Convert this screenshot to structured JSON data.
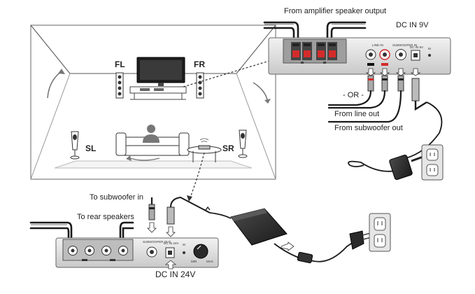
{
  "labels": {
    "amp_output": "From amplifier speaker output",
    "dc_in_top": "DC IN 9V",
    "or": "- OR -",
    "from_line_out": "From line out",
    "from_sub_out": "From subwoofer out",
    "to_sub_in": "To subwoofer in",
    "to_rear": "To rear speakers",
    "dc_in_bottom": "DC IN 24V"
  },
  "speakers": {
    "fl": "FL",
    "fr": "FR",
    "sl": "SL",
    "sr": "SR"
  },
  "top_panel": {
    "line_in": "LINE IN",
    "sub_in": "SUBWOOFER IN",
    "dc_in": "DC IN 9V",
    "led": "M"
  },
  "bottom_panel": {
    "sub_out": "SUBWOOFER OUT",
    "dc_in": "DC IN 24V",
    "led": "M",
    "vol_min": "MIN",
    "vol_max": "MAX"
  },
  "colors": {
    "plug_red": "#d42b2b",
    "panel_grey": "#cfcfcf",
    "line": "#222222",
    "wall": "#777777"
  }
}
